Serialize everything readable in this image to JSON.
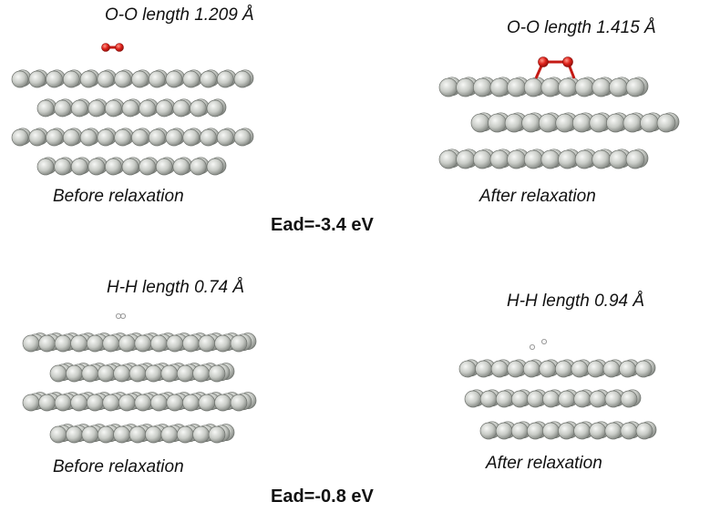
{
  "panels": [
    {
      "id": "oo-before",
      "title": "O-O length 1.209 Å",
      "caption": "Before relaxation"
    },
    {
      "id": "oo-after",
      "title": "O-O length 1.415 Å",
      "caption": "After relaxation"
    },
    {
      "id": "hh-before",
      "title": "H-H length 0.74 Å",
      "caption": "Before relaxation"
    },
    {
      "id": "hh-after",
      "title": "H-H length 0.94 Å",
      "caption": "After relaxation"
    }
  ],
  "adsorption_energies": [
    {
      "molecule": "O2",
      "value": "Ead=-3.4 eV"
    },
    {
      "molecule": "H2",
      "value": "Ead=-0.8 eV"
    }
  ],
  "colors": {
    "surface_atom": "#c8cbc6",
    "surface_atom_edge": "#6f736e",
    "oxygen_atom": "#e0231c",
    "hydrogen_atom": "#f4f4f4"
  }
}
